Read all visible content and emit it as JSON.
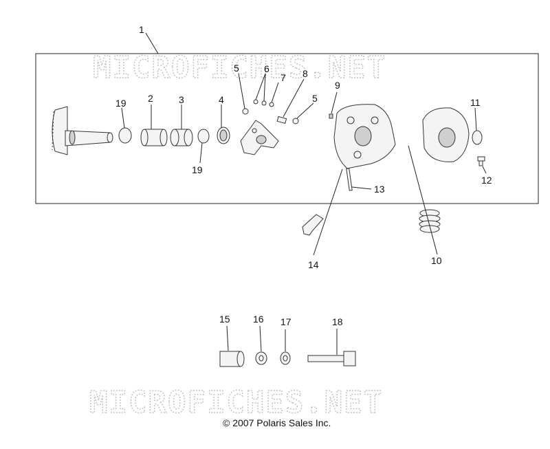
{
  "diagram": {
    "watermark_text": "MICROFICHES.NET",
    "copyright": "© 2007 Polaris Sales Inc.",
    "callouts": {
      "c1": "1",
      "c2": "2",
      "c3": "3",
      "c4": "4",
      "c5a": "5",
      "c5b": "5",
      "c6": "6",
      "c7": "7",
      "c8": "8",
      "c9": "9",
      "c10": "10",
      "c11": "11",
      "c12": "12",
      "c13": "13",
      "c14": "14",
      "c15": "15",
      "c16": "16",
      "c17": "17",
      "c18": "18",
      "c19a": "19",
      "c19b": "19"
    }
  }
}
